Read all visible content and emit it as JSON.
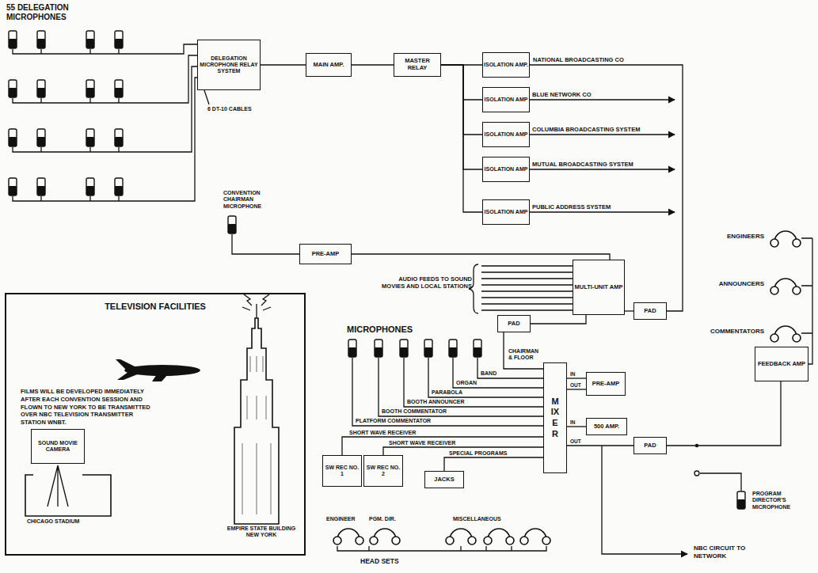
{
  "diagram": {
    "nodes": [
      {
        "text": [
          "DELEGATION MICROPHONE RELAY SYSTEM"
        ]
      },
      {
        "text": [
          "MAIN AMP."
        ]
      },
      {
        "text": [
          "MASTER RELAY"
        ]
      },
      {
        "text": [
          "ISOLATION AMP."
        ]
      },
      {
        "text": [
          "ISOLATION AMP"
        ]
      },
      {
        "text": [
          "ISOLATION AMP"
        ]
      },
      {
        "text": [
          "ISOLATION AMP"
        ]
      },
      {
        "text": [
          "ISOLATION AMP"
        ]
      },
      {
        "text": [
          "PRE-AMP"
        ]
      },
      {
        "text": [
          "MULTI-UNIT AMP"
        ]
      },
      {
        "text": [
          "PAD"
        ]
      },
      {
        "text": [
          "PAD"
        ]
      },
      {
        "text": [
          "MIXER"
        ]
      },
      {
        "text": [
          "PRE-AMP"
        ]
      },
      {
        "text": [
          "500 AMP."
        ]
      },
      {
        "text": [
          "PAD"
        ]
      },
      {
        "text": [
          "FEEDBACK AMP"
        ]
      },
      {
        "text": [
          "SW REC NO. 1"
        ]
      },
      {
        "text": [
          "SW REC NO. 2"
        ]
      },
      {
        "text": [
          "JACKS"
        ]
      },
      {
        "text": [
          "TELEVISION FACILITIES",
          "FILMS WILL BE DEVELOPED IMMEDIATELY AFTER EACH CONVENTION SESSION AND FLOWN TO NEW YORK TO BE TRANSMITTED OVER NBC TELEVISION TRANSMITTER STATION WNBT."
        ]
      },
      {
        "text": [
          "SOUND MOVIE CAMERA"
        ],
        "in": 20
      }
    ],
    "edges": [
      {
        "from": 0,
        "to": 1,
        "arrow": "none"
      },
      {
        "from": 1,
        "to": 2,
        "arrow": "none"
      },
      {
        "from": 2,
        "to": 3,
        "arrow": "none"
      },
      {
        "from": 2,
        "to": 4,
        "arrow": "none"
      },
      {
        "from": 2,
        "to": 5,
        "arrow": "none"
      },
      {
        "from": 2,
        "to": 6,
        "arrow": "none"
      },
      {
        "from": 2,
        "to": 7,
        "arrow": "none"
      },
      {
        "from": 3,
        "to": 11,
        "label": "NATIONAL BROADCASTING CO",
        "arrow": "none"
      },
      {
        "from": 8,
        "to": 9,
        "arrow": "none"
      },
      {
        "from": 9,
        "to": 10,
        "arrow": "none"
      },
      {
        "from": 10,
        "to": 12,
        "label": "CHAIRMAN & FLOOR",
        "arrow": "none"
      },
      {
        "from": 9,
        "to": 11,
        "arrow": "none"
      },
      {
        "from": 12,
        "to": 13,
        "label": "IN",
        "arrow": "none"
      },
      {
        "from": 13,
        "to": 12,
        "label": "OUT",
        "arrow": "none"
      },
      {
        "from": 12,
        "to": 14,
        "label": "IN",
        "arrow": "none"
      },
      {
        "from": 12,
        "to": 15,
        "label": "OUT",
        "arrow": "none"
      },
      {
        "from": 15,
        "to": 16,
        "arrow": "none"
      },
      {
        "from": 17,
        "to": 12,
        "label": "SHORT WAVE RECEIVER",
        "arrow": "none"
      },
      {
        "from": 18,
        "to": 12,
        "label": "SHORT WAVE RECEIVER",
        "arrow": "none"
      },
      {
        "from": 19,
        "to": 12,
        "label": "SPECIAL PROGRAMS",
        "arrow": "none"
      }
    ],
    "labels": [
      "55 DELEGATION MICROPHONES",
      "6 DT-10 CABLES",
      "BLUE NETWORK CO",
      "COLUMBIA BROADCASTING SYSTEM",
      "MUTUAL BROADCASTING SYSTEM",
      "PUBLIC ADDRESS SYSTEM",
      "CONVENTION CHAIRMAN MICROPHONE",
      "AUDIO FEEDS TO SOUND MOVIES AND LOCAL STATIONS",
      "ENGINEERS",
      "ANNOUNCERS",
      "COMMENTATORS",
      "MICROPHONES",
      "BAND",
      "ORGAN",
      "PARABOLA",
      "BOOTH ANNOUNCER",
      "BOOTH COMMENTATOR",
      "PLATFORM COMMENTATOR",
      "PROGRAM DIRECTOR'S MICROPHONE",
      "NBC CIRCUIT TO NETWORK",
      "ENGINEER",
      "PGM. DIR.",
      "MISCELLANEOUS",
      "HEAD SETS",
      "CHICAGO STADIUM",
      "EMPIRE STATE BUILDING NEW YORK"
    ]
  }
}
